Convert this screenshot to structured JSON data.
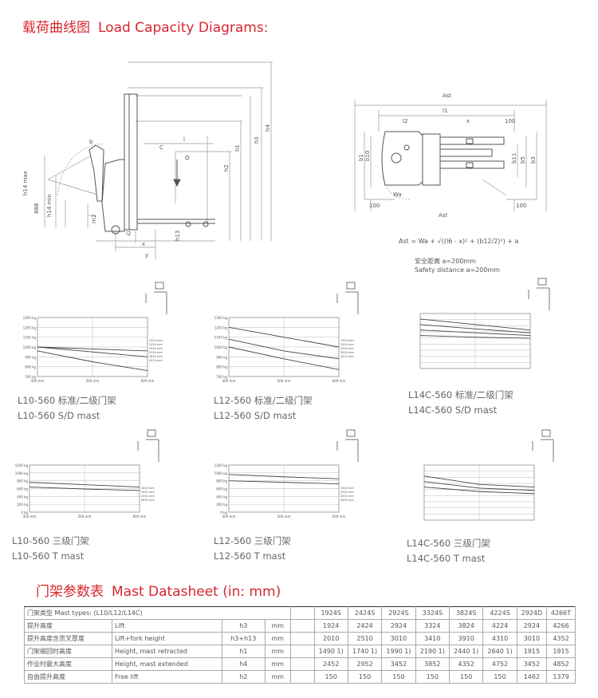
{
  "section1": {
    "title_cn": "载荷曲线图",
    "title_en": "Load Capacity Diagrams:"
  },
  "truck_dims": {
    "left": [
      "h14 max",
      "888",
      "h14 min",
      "h13",
      "x",
      "y",
      "b",
      "m2",
      "l2",
      "Q",
      "C",
      "h2",
      "h1",
      "h3",
      "h4",
      "l"
    ],
    "top": [
      "Ast",
      "l1",
      "l2",
      "x",
      "100",
      "b1",
      "b10",
      "b11",
      "b5",
      "b3",
      "100",
      "100",
      "Wa",
      "Ast"
    ]
  },
  "formula": {
    "text": "Ast = Wa + √((l6 - x)² + (b12/2)²) + a",
    "safety_cn": "安全距离  a=200mm",
    "safety_en": "Safety distance  a=200mm"
  },
  "charts": [
    {
      "caption_cn": "L10-560 标准/二级门架",
      "caption_en": "L10-560 S/D mast"
    },
    {
      "caption_cn": "L12-560 标准/二级门架",
      "caption_en": "L12-560 S/D mast"
    },
    {
      "caption_cn": "L14C-560 标准/二级门架",
      "caption_en": "L14C-560 S/D mast"
    },
    {
      "caption_cn": "L10-560 三级门架",
      "caption_en": "L10-560 T mast"
    },
    {
      "caption_cn": "L12-560 三级门架",
      "caption_en": "L12-560 T mast"
    },
    {
      "caption_cn": "L14C-560 三级门架",
      "caption_en": "L14C-560 T mast"
    }
  ],
  "chart_data": [
    {
      "type": "line",
      "x": [
        400,
        500,
        600
      ],
      "xticks": [
        "400 mm",
        "500 mm",
        "600 mm"
      ],
      "yticks": [
        "1300 kg",
        "1200 kg",
        "1100 kg",
        "1000 kg",
        "900 kg",
        "800 kg",
        "700 kg"
      ],
      "ylim": [
        700,
        1300
      ],
      "series": [
        {
          "name": "2424 mm",
          "values": [
            1000,
            950,
            900
          ]
        },
        {
          "name": "2924 mm",
          "values": [
            1000,
            980,
            960
          ]
        },
        {
          "name": "3824 mm",
          "values": [
            960,
            850,
            760
          ]
        }
      ],
      "legend": [
        "1924 mm",
        "2424 mm",
        "2924 mm",
        "3324 mm",
        "3824 mm",
        "4224 mm"
      ]
    },
    {
      "type": "line",
      "x": [
        400,
        500,
        600
      ],
      "xticks": [
        "400 mm",
        "500 mm",
        "600 mm"
      ],
      "yticks": [
        "1300 kg",
        "1200 kg",
        "1100 kg",
        "1000 kg",
        "900 kg",
        "800 kg",
        "700 kg"
      ],
      "ylim": [
        700,
        1300
      ],
      "series": [
        {
          "name": "1924 mm",
          "values": [
            1200,
            1100,
            1000
          ]
        },
        {
          "name": "2924 mm",
          "values": [
            1080,
            960,
            880
          ]
        },
        {
          "name": "3824 mm",
          "values": [
            1000,
            880,
            770
          ]
        }
      ],
      "legend": [
        "1924 mm",
        "2424 mm",
        "2924 mm",
        "3824 mm",
        "4224 mm"
      ]
    },
    {
      "type": "line",
      "x": [
        400,
        500,
        600
      ],
      "xticks": [
        "",
        "",
        ""
      ],
      "yticks": [
        "",
        "",
        "",
        "",
        "",
        "",
        "",
        "",
        "",
        ""
      ],
      "ylim": [
        500,
        1500
      ],
      "series": [
        {
          "name": "",
          "values": [
            1400,
            1300,
            1200
          ]
        },
        {
          "name": "",
          "values": [
            1300,
            1220,
            1150
          ]
        },
        {
          "name": "",
          "values": [
            1200,
            1150,
            1100
          ]
        },
        {
          "name": "",
          "values": [
            1100,
            1070,
            1050
          ]
        }
      ],
      "legend": [
        "",
        "",
        "",
        "",
        "",
        "",
        ""
      ]
    },
    {
      "type": "line",
      "x": [
        400,
        500,
        600
      ],
      "xticks": [
        "400 mm",
        "500 mm",
        "600 mm"
      ],
      "yticks": [
        "1200 kg",
        "1000 kg",
        "800 kg",
        "600 kg",
        "400 kg",
        "200 kg",
        "0 kg"
      ],
      "ylim": [
        0,
        1200
      ],
      "series": [
        {
          "name": "3452 mm",
          "values": [
            760,
            700,
            640
          ]
        },
        {
          "name": "4352 mm",
          "values": [
            640,
            590,
            550
          ]
        }
      ],
      "legend": [
        "3452 mm",
        "3952 mm",
        "4352 mm",
        "4852 mm"
      ]
    },
    {
      "type": "line",
      "x": [
        400,
        500,
        600
      ],
      "xticks": [
        "400 mm",
        "500 mm",
        "600 mm"
      ],
      "yticks": [
        "1200 kg",
        "1000 kg",
        "800 kg",
        "600 kg",
        "400 kg",
        "200 kg",
        "0 kg"
      ],
      "ylim": [
        0,
        1200
      ],
      "series": [
        {
          "name": "3452 mm",
          "values": [
            960,
            900,
            850
          ]
        },
        {
          "name": "4352 mm",
          "values": [
            800,
            760,
            720
          ]
        }
      ],
      "legend": [
        "3452 mm",
        "3952 mm",
        "4352 mm",
        "4852 mm"
      ]
    },
    {
      "type": "line",
      "x": [
        400,
        500,
        600
      ],
      "xticks": [
        "",
        "",
        ""
      ],
      "yticks": [
        "",
        "",
        "",
        "",
        "",
        "",
        "",
        "",
        "",
        ""
      ],
      "ylim": [
        400,
        1400
      ],
      "series": [
        {
          "name": "",
          "values": [
            1200,
            1050,
            1000
          ]
        },
        {
          "name": "",
          "values": [
            1100,
            980,
            940
          ]
        },
        {
          "name": "",
          "values": [
            1000,
            920,
            880
          ]
        }
      ],
      "legend": [
        "",
        "",
        "",
        "",
        "",
        ""
      ]
    }
  ],
  "section2": {
    "title_cn": "门架参数表",
    "title_en": "Mast Datasheet (in: mm)"
  },
  "table": {
    "header_label": "门架类型  Mast types: (L10/L12/L14C)",
    "columns": [
      "1924S",
      "2424S",
      "2924S",
      "3324S",
      "3824S",
      "4224S",
      "2924D",
      "4266T"
    ],
    "rows": [
      {
        "cn": "提升高度",
        "en": "Lift",
        "sym": "h3",
        "unit": "mm",
        "values": [
          "1924",
          "2424",
          "2924",
          "3324",
          "3824",
          "4224",
          "2924",
          "4266"
        ]
      },
      {
        "cn": "提升高度含货叉厚度",
        "en": "Lift+fork height",
        "sym": "h3+h13",
        "unit": "mm",
        "values": [
          "2010",
          "2510",
          "3010",
          "3410",
          "3910",
          "4310",
          "3010",
          "4352"
        ]
      },
      {
        "cn": "门架缩回时高度",
        "en": "Height, mast retracted",
        "sym": "h1",
        "unit": "mm",
        "values": [
          "1490 1)",
          "1740 1)",
          "1990 1)",
          "2190 1)",
          "2440 1)",
          "2640 1)",
          "1915",
          "1915"
        ]
      },
      {
        "cn": "作业时最大高度",
        "en": "Height, mast extended",
        "sym": "h4",
        "unit": "mm",
        "values": [
          "2452",
          "2952",
          "3452",
          "3852",
          "4352",
          "4752",
          "3452",
          "4852"
        ]
      },
      {
        "cn": "自由提升高度",
        "en": "Free lift",
        "sym": "h2",
        "unit": "mm",
        "values": [
          "150",
          "150",
          "150",
          "150",
          "150",
          "150",
          "1462",
          "1379"
        ]
      }
    ]
  }
}
